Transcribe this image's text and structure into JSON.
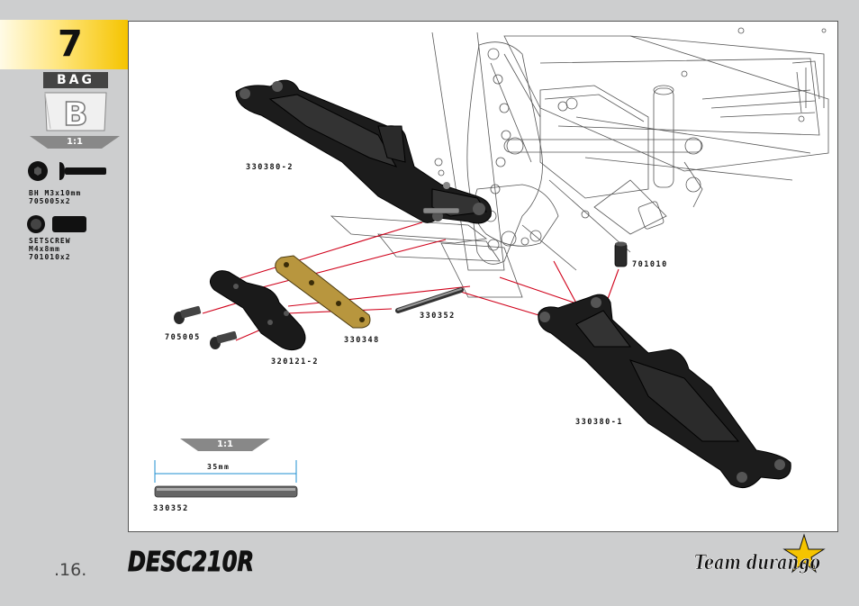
{
  "step": {
    "number": "7"
  },
  "sidebar": {
    "bag_label": "BAG",
    "bag_letter": "B",
    "scale": "1:1",
    "hardware": [
      {
        "name_line1": "BH M3x10mm",
        "part_line": "705005x2"
      },
      {
        "name_line1": "SETSCREW",
        "name_line2": "M4x8mm",
        "part_line": "701010x2"
      }
    ]
  },
  "diagram": {
    "parts": {
      "upper_arm": "330380-2",
      "lower_arm": "330380-1",
      "setscrew": "701010",
      "pin": "330352",
      "plate": "330348",
      "block": "320121-2",
      "screw": "705005"
    },
    "pin_gauge": {
      "scale": "1:1",
      "length": "35mm",
      "part": "330352"
    }
  },
  "footer": {
    "page_number": ".16.",
    "product_logo": "DESC210R",
    "brand_logo": "Team durango"
  },
  "colors": {
    "tab_yellow": "#f5c400",
    "guide_line": "#d0021b",
    "gauge_blue": "#1f8fd1",
    "frame": "#555555",
    "background": "#cdcecf"
  }
}
